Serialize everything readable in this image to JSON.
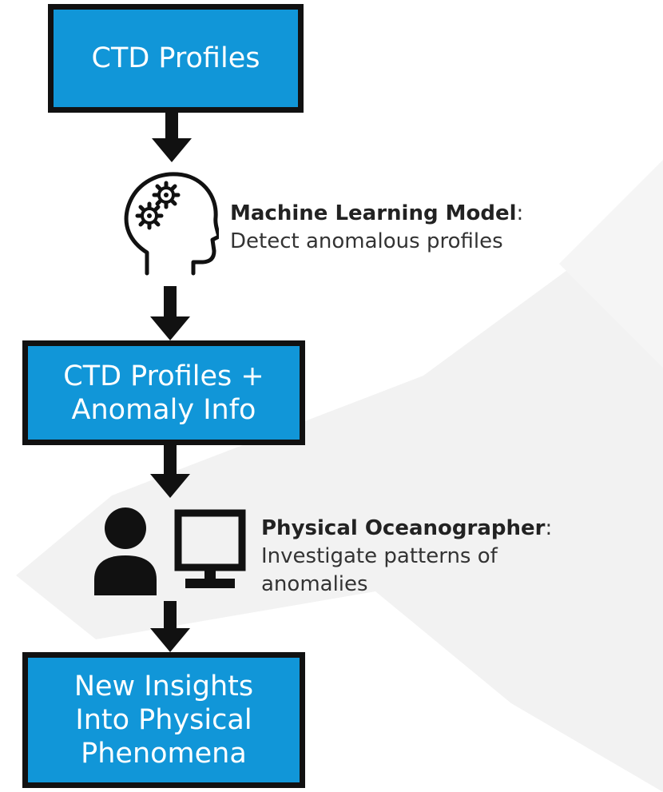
{
  "boxes": [
    {
      "label": "CTD Profiles"
    },
    {
      "label": "CTD Profiles +\nAnomaly Info"
    },
    {
      "label": "New Insights\nInto Physical\nPhenomena"
    }
  ],
  "steps": [
    {
      "title": "Machine Learning Model",
      "colon": ":",
      "description_lines": [
        "Detect anomalous profiles"
      ],
      "icon": "head-gears-icon"
    },
    {
      "title": "Physical Oceanographer",
      "colon": ":",
      "description_lines": [
        "Investigate patterns of",
        "anomalies"
      ],
      "icon": "person-computer-icon"
    }
  ],
  "colors": {
    "box_fill": "#1196d8",
    "box_border": "#111111",
    "arrow": "#111111",
    "text": "#333333"
  }
}
